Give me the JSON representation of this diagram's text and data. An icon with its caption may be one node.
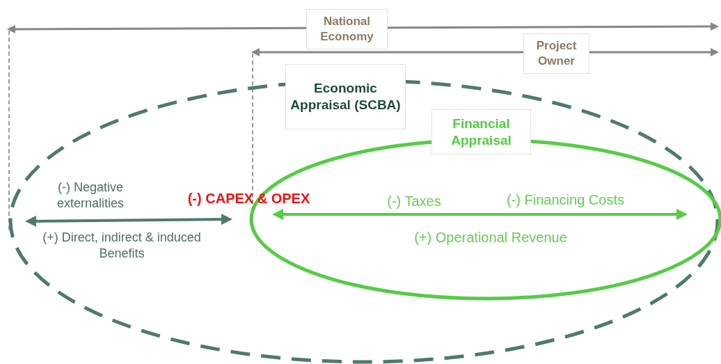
{
  "diagram": {
    "nodes": [
      {
        "text": [
          "Economic Appraisal (SCBA)"
        ]
      },
      {
        "text": [
          "Financial Appraisal"
        ],
        "in": 0
      }
    ],
    "labels": [
      "National Economy",
      "Project Owner",
      "(-) Negative externalities",
      "(+) Direct, indirect & induced Benefits",
      "(-) CAPEX & OPEX",
      "(-) Taxes",
      "(-) Financing Costs",
      "(+) Operational Revenue"
    ]
  }
}
